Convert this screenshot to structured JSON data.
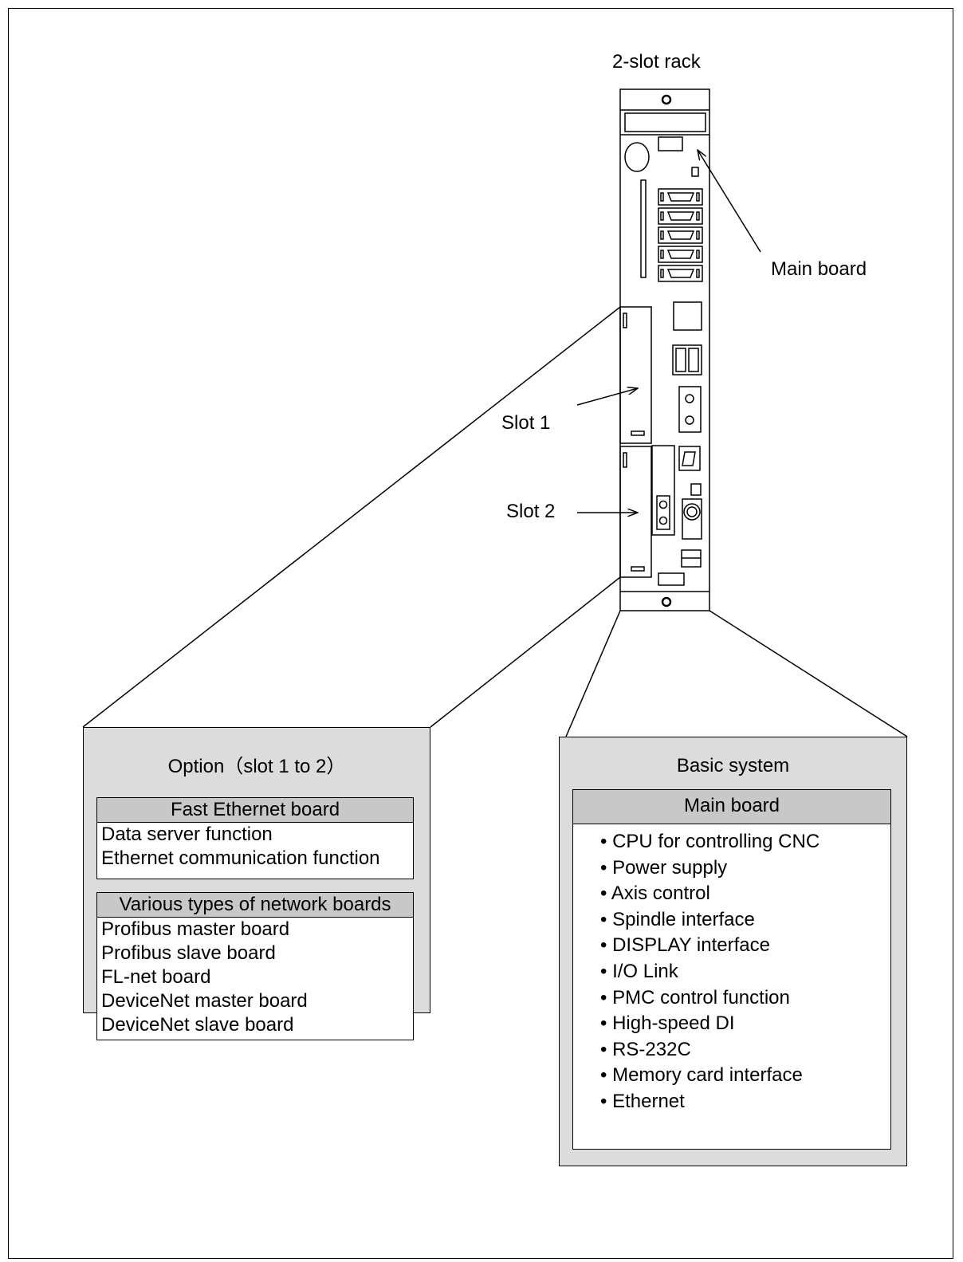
{
  "rack": {
    "title": "2-slot rack",
    "main_board_label": "Main board",
    "slot1_label": "Slot 1",
    "slot2_label": "Slot 2"
  },
  "option_panel": {
    "title": "Option（slot 1 to 2）",
    "boxes": [
      {
        "heading": "Fast Ethernet board",
        "items": [
          "Data server function",
          "Ethernet communication function"
        ]
      },
      {
        "heading": "Various types of network boards",
        "items": [
          "Profibus master board",
          "Profibus slave board",
          "FL-net board",
          "DeviceNet master board",
          "DeviceNet slave board"
        ]
      }
    ]
  },
  "basic_panel": {
    "title": "Basic system",
    "box_heading": "Main board",
    "items": [
      "CPU for controlling CNC",
      "Power supply",
      "Axis control",
      "Spindle interface",
      "DISPLAY interface",
      "I/O Link",
      "PMC control function",
      "High-speed DI",
      "RS-232C",
      "Memory card interface",
      "Ethernet"
    ]
  }
}
